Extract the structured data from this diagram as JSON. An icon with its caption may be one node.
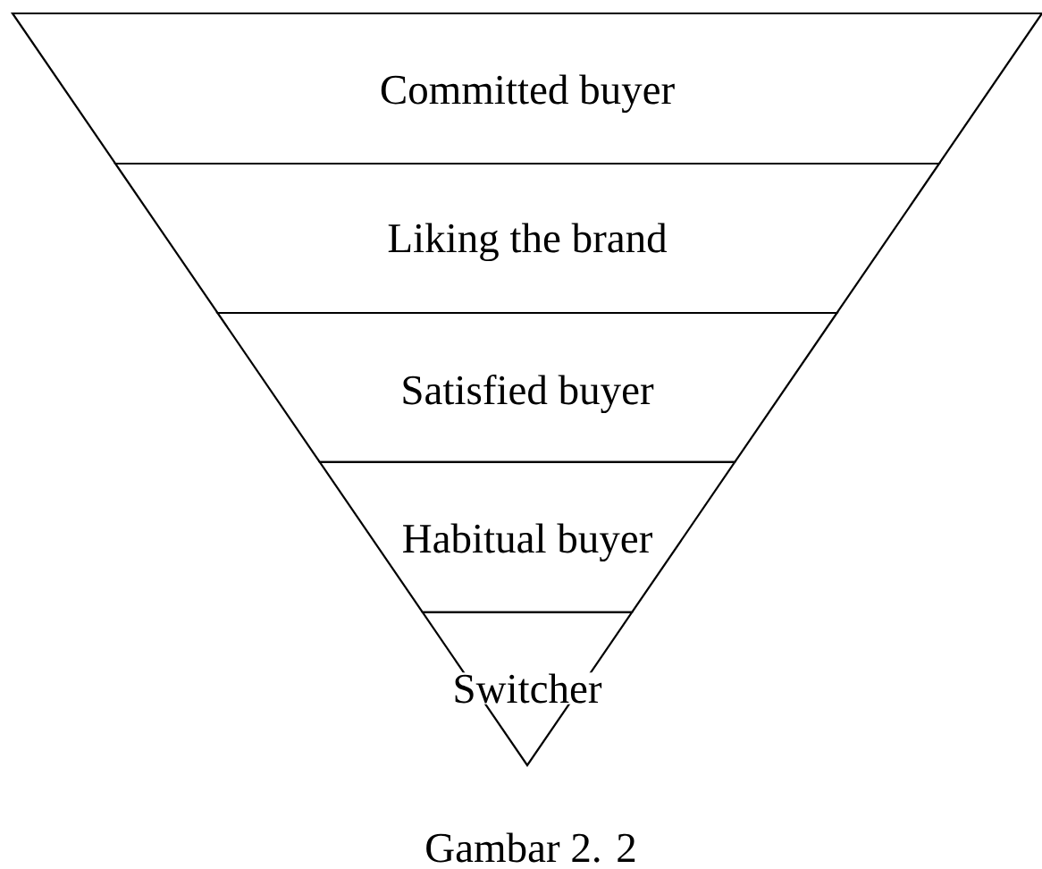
{
  "diagram": {
    "caption": "Gambar 2. 2",
    "nodes": [
      {
        "text": [
          "Committed buyer"
        ]
      },
      {
        "text": [
          "Liking the brand"
        ]
      },
      {
        "text": [
          "Satisfied buyer"
        ]
      },
      {
        "text": [
          "Habitual buyer"
        ]
      },
      {
        "text": [
          "Switcher"
        ]
      }
    ]
  }
}
